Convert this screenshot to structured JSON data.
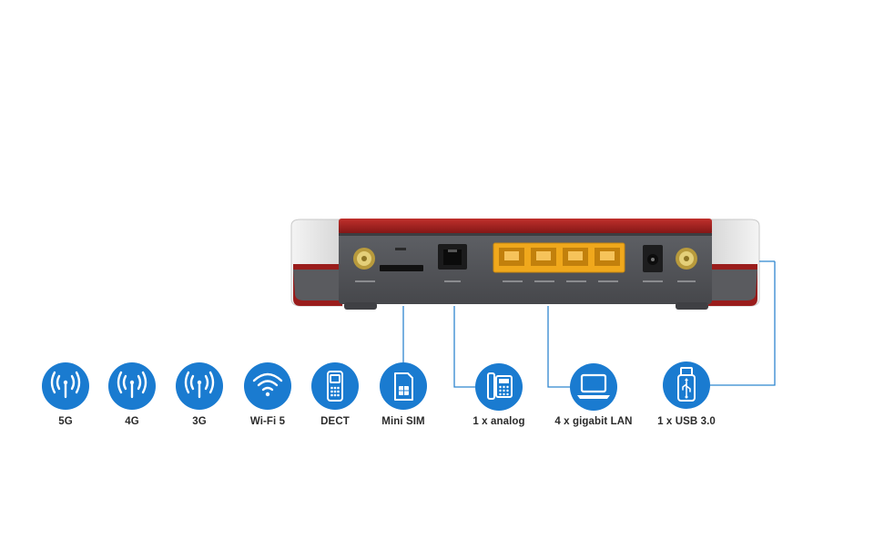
{
  "colors": {
    "icon_blue": "#1a7bd0",
    "connector_line": "#2f86cf",
    "router_red": "#a8201f",
    "router_body": "#55575c",
    "port_yellow": "#f0a81c",
    "label_text": "#2b2b2b"
  },
  "features": [
    {
      "label": "5G",
      "icon": "antenna-signal-icon"
    },
    {
      "label": "4G",
      "icon": "antenna-signal-icon"
    },
    {
      "label": "3G",
      "icon": "antenna-signal-icon"
    },
    {
      "label": "Wi-Fi 5",
      "icon": "wifi-icon"
    },
    {
      "label": "DECT",
      "icon": "cordless-phone-icon"
    },
    {
      "label": "Mini SIM",
      "icon": "sim-card-icon"
    },
    {
      "label": "1 x analog",
      "icon": "desk-phone-icon"
    },
    {
      "label": "4 x gigabit LAN",
      "icon": "laptop-icon"
    },
    {
      "label": "1 x USB 3.0",
      "icon": "usb-stick-icon"
    }
  ]
}
